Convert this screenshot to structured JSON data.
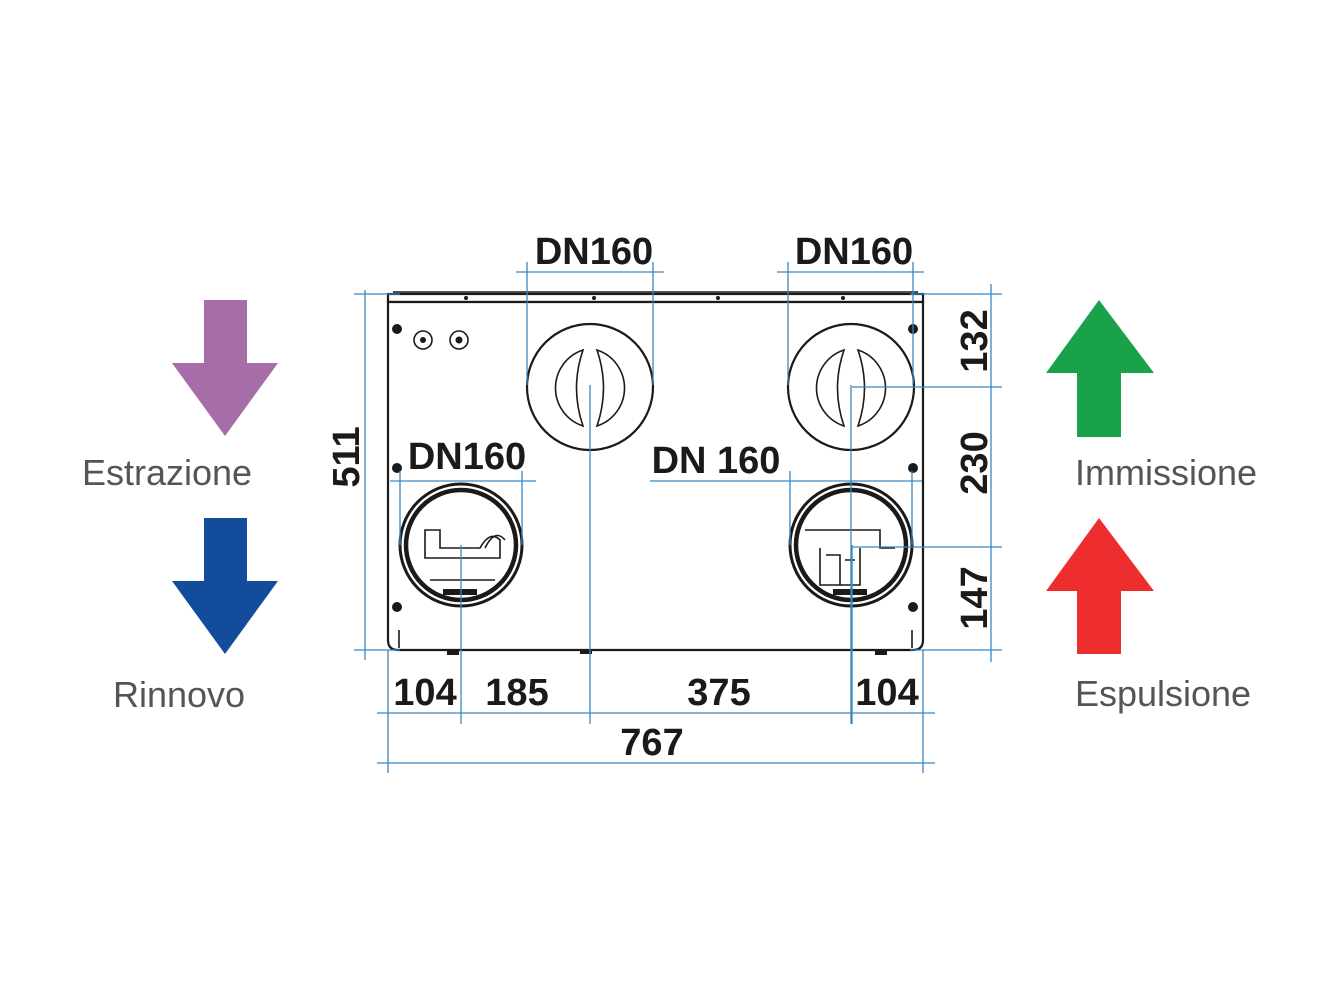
{
  "legend": {
    "estrazione": {
      "label": "Estrazione",
      "color": "#a66da8"
    },
    "rinnovo": {
      "label": "Rinnovo",
      "color": "#144c9c"
    },
    "immissione": {
      "label": "Immissione",
      "color": "#1aa24a"
    },
    "espulsione": {
      "label": "Espulsione",
      "color": "#ee2e2e"
    }
  },
  "ducts": {
    "top_left": "DN160",
    "top_right": "DN160",
    "bottom_left": "DN160",
    "bottom_right": "DN 160"
  },
  "dimensions": {
    "height_total": "511",
    "right_top": "132",
    "right_middle": "230",
    "right_bottom": "147",
    "bottom_a": "104",
    "bottom_b": "185",
    "bottom_c": "375",
    "bottom_d": "104",
    "width_total": "767"
  }
}
